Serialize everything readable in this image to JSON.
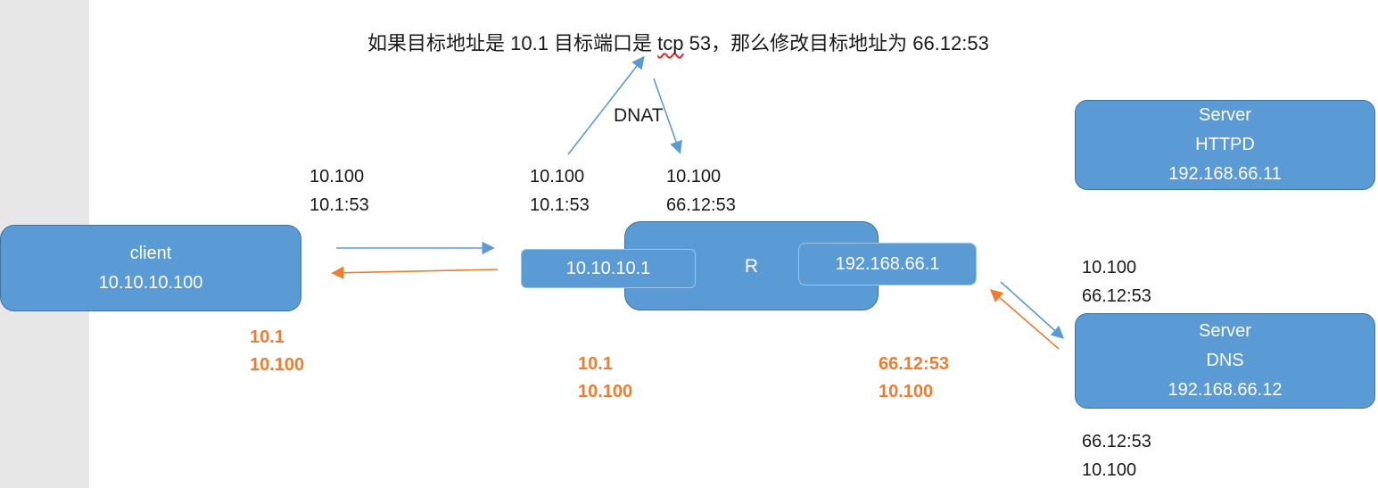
{
  "title": {
    "pre": "如果目标地址是 10.1 目标端口是 ",
    "misspelled": "tcp",
    "post": " 53，那么修改目标地址为 66.12:53"
  },
  "dnat": {
    "label": "DNAT"
  },
  "nodes": {
    "client": {
      "name": "client",
      "ip": "10.10.10.100"
    },
    "router": {
      "label": "R",
      "left_interface_ip": "10.10.10.1",
      "right_interface_ip": "192.168.66.1"
    },
    "server_httpd": {
      "line1": "Server",
      "line2": "HTTPD",
      "line3": "192.168.66.11"
    },
    "server_dns": {
      "line1": "Server",
      "line2": "DNS",
      "line3": "192.168.66.12"
    }
  },
  "packet_labels": {
    "client_to_router": {
      "line1": "10.100",
      "line2": "10.1:53"
    },
    "pre_dnat": {
      "line1": "10.100",
      "line2": "10.1:53"
    },
    "post_dnat": {
      "line1": "10.100",
      "line2": "66.12:53"
    },
    "router_to_dns": {
      "line1": "10.100",
      "line2": "66.12:53"
    },
    "dns_reply": {
      "line1": "66.12:53",
      "line2": "10.100"
    }
  },
  "reply_labels": {
    "at_client": {
      "line1": "10.1",
      "line2": "10.100"
    },
    "at_router_left": {
      "line1": "10.1",
      "line2": "10.100"
    },
    "at_router_right": {
      "line1": "66.12:53",
      "line2": "10.100"
    }
  },
  "colors": {
    "node_fill": "#5B9BD5",
    "node_border": "#41719C",
    "arrow_blue": "#5B9BD5",
    "arrow_orange": "#ED7D31",
    "reply_text": "#ED7D31",
    "sidebar_gray": "#E7E7E7"
  }
}
